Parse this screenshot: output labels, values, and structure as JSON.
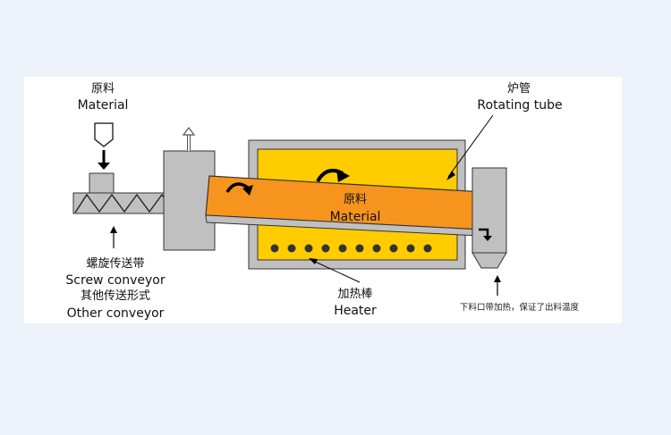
{
  "diagram": {
    "material_top": {
      "zh": "原料",
      "en": "Material"
    },
    "rotating_tube": {
      "zh": "炉管",
      "en": "Rotating tube"
    },
    "material_inside": {
      "zh": "原料",
      "en": "Material"
    },
    "screw_conveyor": {
      "zh": "螺旋传送带",
      "en": "Screw conveyor"
    },
    "other_conveyor": {
      "zh": "其他传送形式",
      "en": "Other conveyor"
    },
    "heater": {
      "zh": "加热棒",
      "en": "Heater"
    },
    "outlet_note": "下料口带加热，保证了出料温度",
    "colors": {
      "furnace_fill": "#ffcc00",
      "tube_fill": "#f7941d",
      "gray_fill": "#c0c0c0",
      "outline": "#222222"
    }
  }
}
